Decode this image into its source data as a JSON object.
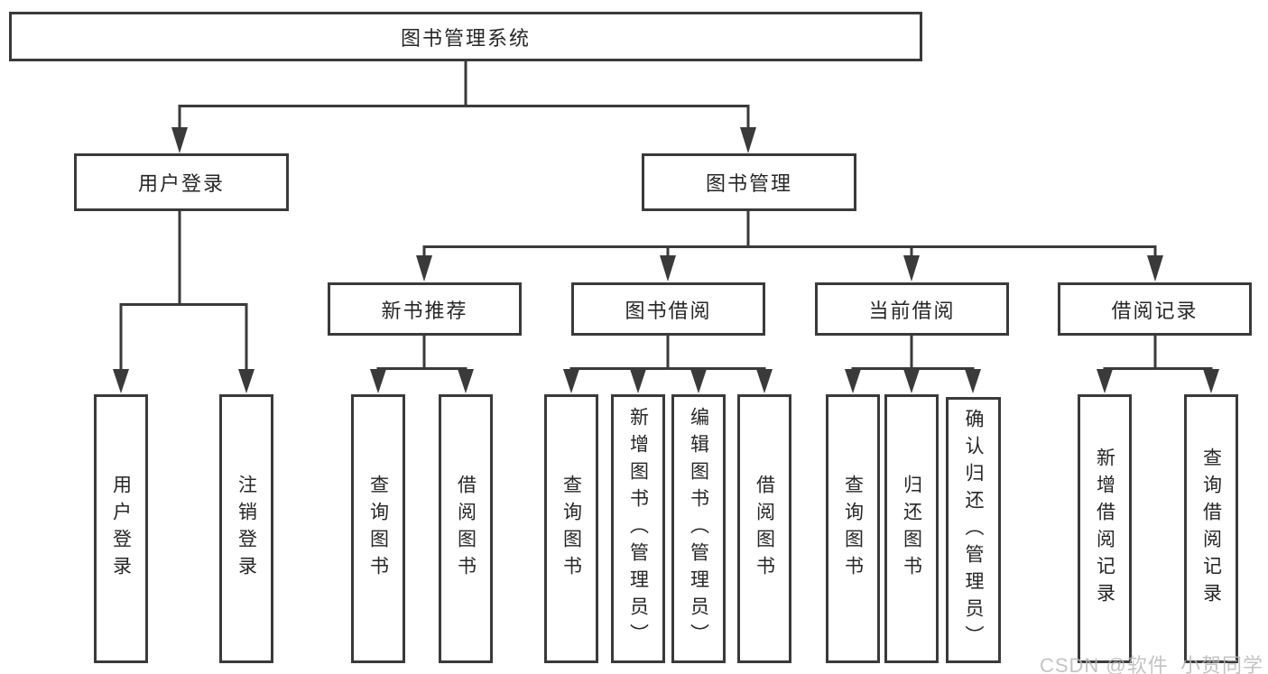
{
  "diagram": {
    "title_note": "library management system function structure diagram",
    "root": {
      "label": "图书管理系统"
    },
    "level2": {
      "user_login": {
        "label": "用户登录"
      },
      "book_mgmt": {
        "label": "图书管理"
      }
    },
    "level3": {
      "new_books": {
        "label": "新书推荐"
      },
      "borrowing": {
        "label": "图书借阅"
      },
      "current": {
        "label": "当前借阅"
      },
      "records": {
        "label": "借阅记录"
      }
    },
    "leaves": {
      "login": [
        "用户登录",
        "注销登录"
      ],
      "new_books": [
        "查询图书",
        "借阅图书"
      ],
      "borrowing": [
        "查询图书",
        "新增图书（管理员）",
        "编辑图书（管理员）",
        "借阅图书"
      ],
      "current": [
        "查询图书",
        "归还图书",
        "确认归还（管理员）"
      ],
      "records": [
        "新增借阅记录",
        "查询借阅记录"
      ]
    }
  },
  "watermark": {
    "text": "CSDN @软件_小贺同学"
  },
  "colors": {
    "line": "#3a3a3a",
    "box_border": "#3a3a3a",
    "box_fill": "#ffffff",
    "text": "#262626",
    "watermark": "#b9b9b9",
    "background": "#ffffff"
  }
}
